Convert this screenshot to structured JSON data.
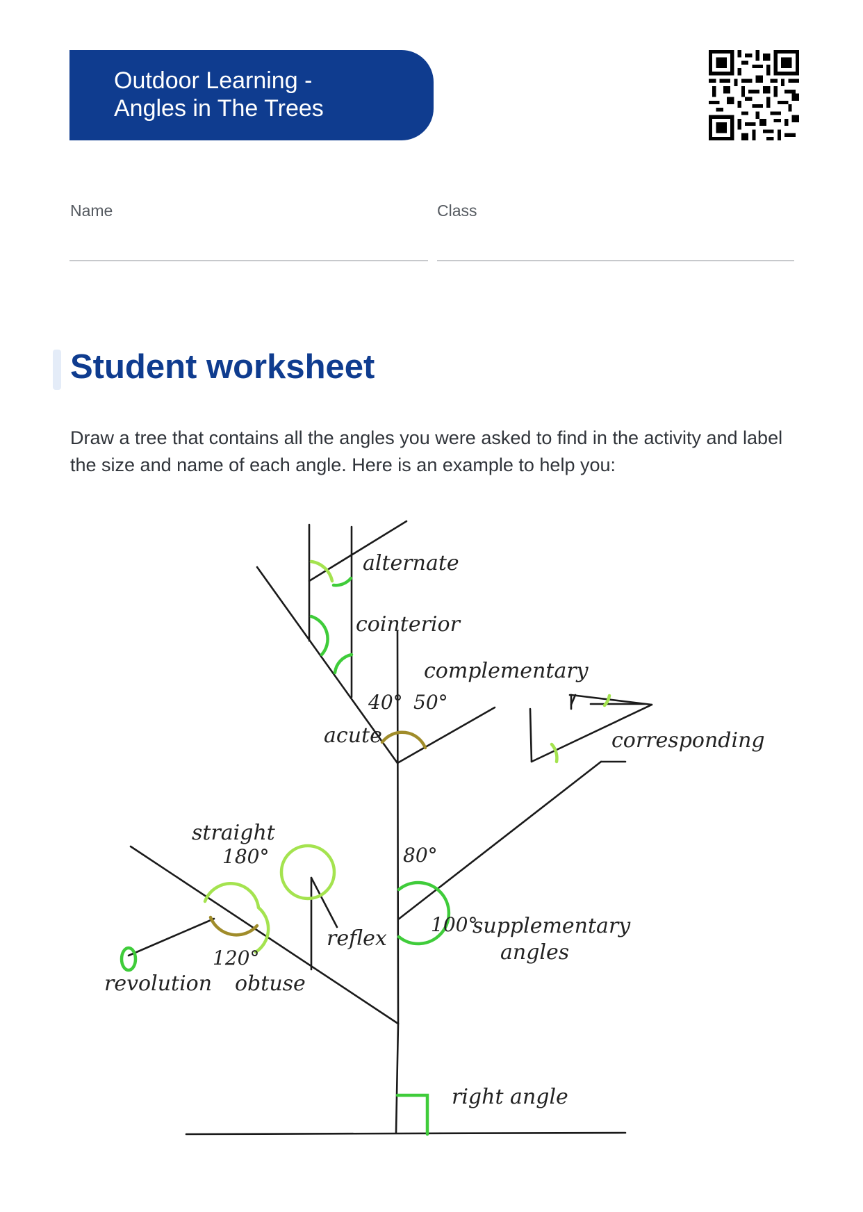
{
  "header": {
    "title_line1": "Outdoor Learning -",
    "title_line2": "Angles in The Trees",
    "qr_icon": "qr-code-icon"
  },
  "form": {
    "name_label": "Name",
    "class_label": "Class"
  },
  "section": {
    "title": "Student worksheet",
    "instructions": "Draw a tree that contains all the angles you were asked to find in the activity and label the size and name of each angle. Here is an example to help you:"
  },
  "figure": {
    "labels": {
      "alternate": "alternate",
      "cointerior": "cointerior",
      "complementary": "complementary",
      "deg_40": "40°",
      "deg_50": "50°",
      "acute": "acute",
      "corresponding": "corresponding",
      "straight": "straight",
      "deg_180": "180°",
      "deg_80": "80°",
      "reflex": "reflex",
      "deg_100": "100°",
      "supplementary": "supplementary",
      "angles": "angles",
      "deg_120": "120°",
      "obtuse": "obtuse",
      "revolution": "revolution",
      "right_angle": "right angle"
    },
    "colors": {
      "ink": "#1a1a1a",
      "green": "#3fcc3a",
      "light_green": "#a4e34f",
      "olive": "#a08c2a"
    }
  }
}
